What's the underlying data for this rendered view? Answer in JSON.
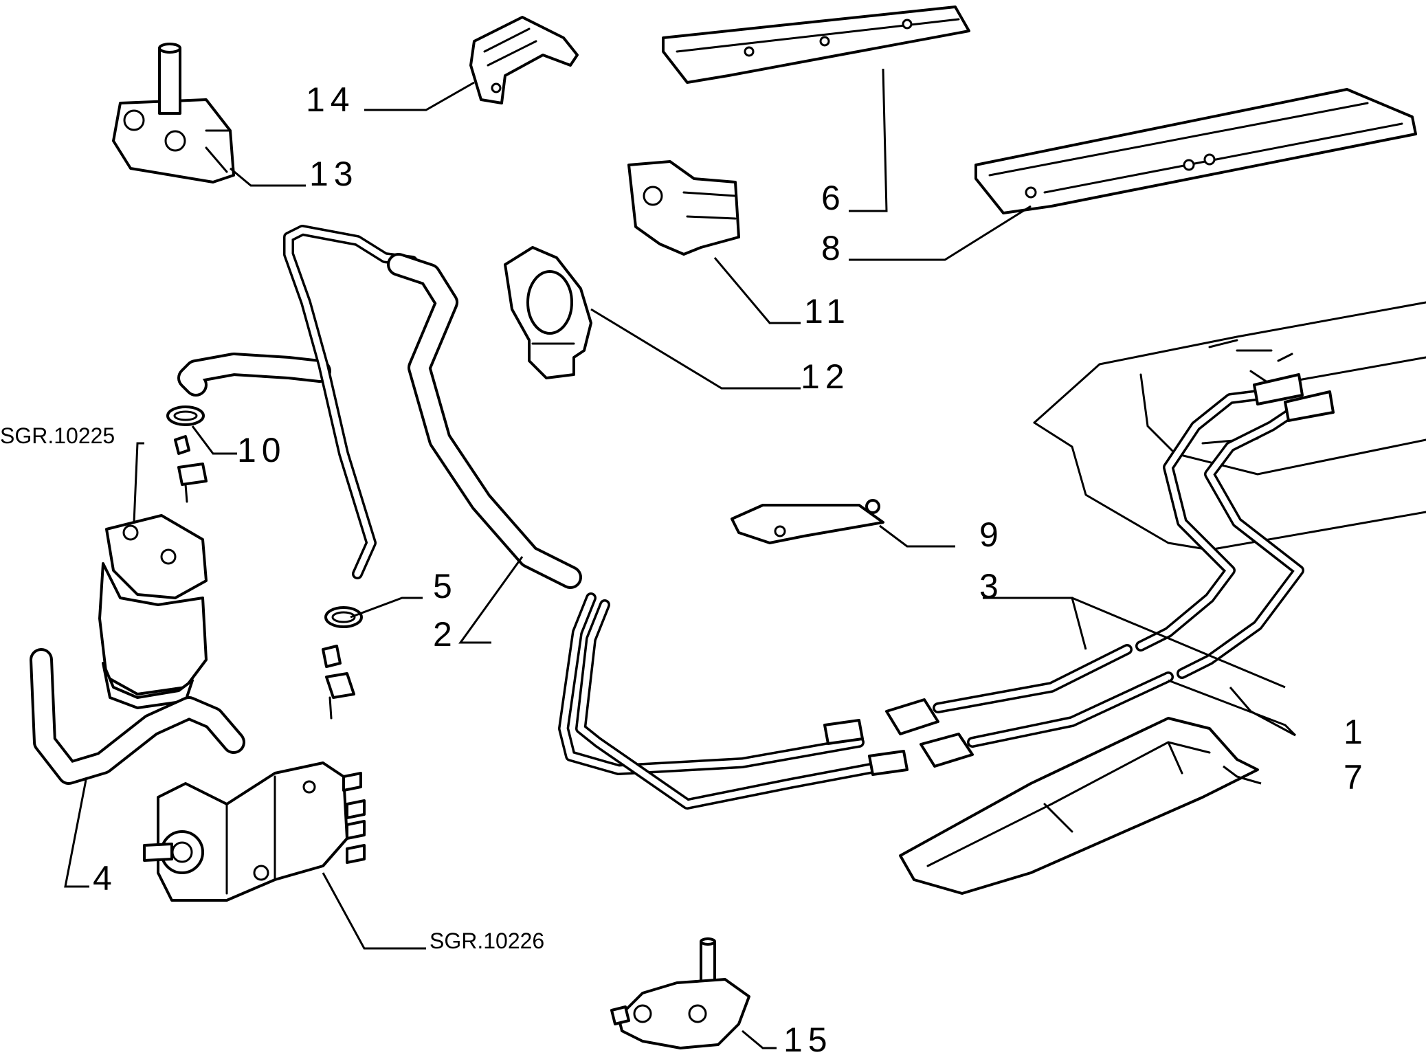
{
  "callouts": {
    "c1": "1",
    "c2": "2",
    "c3": "3",
    "c4": "4",
    "c5": "5",
    "c6": "6",
    "c7": "7",
    "c8": "8",
    "c9": "9",
    "c10": "10",
    "c11": "11",
    "c12": "12",
    "c13": "13",
    "c14": "14",
    "c15": "15",
    "sgr10225": "SGR.10225",
    "sgr10226": "SGR.10226"
  }
}
